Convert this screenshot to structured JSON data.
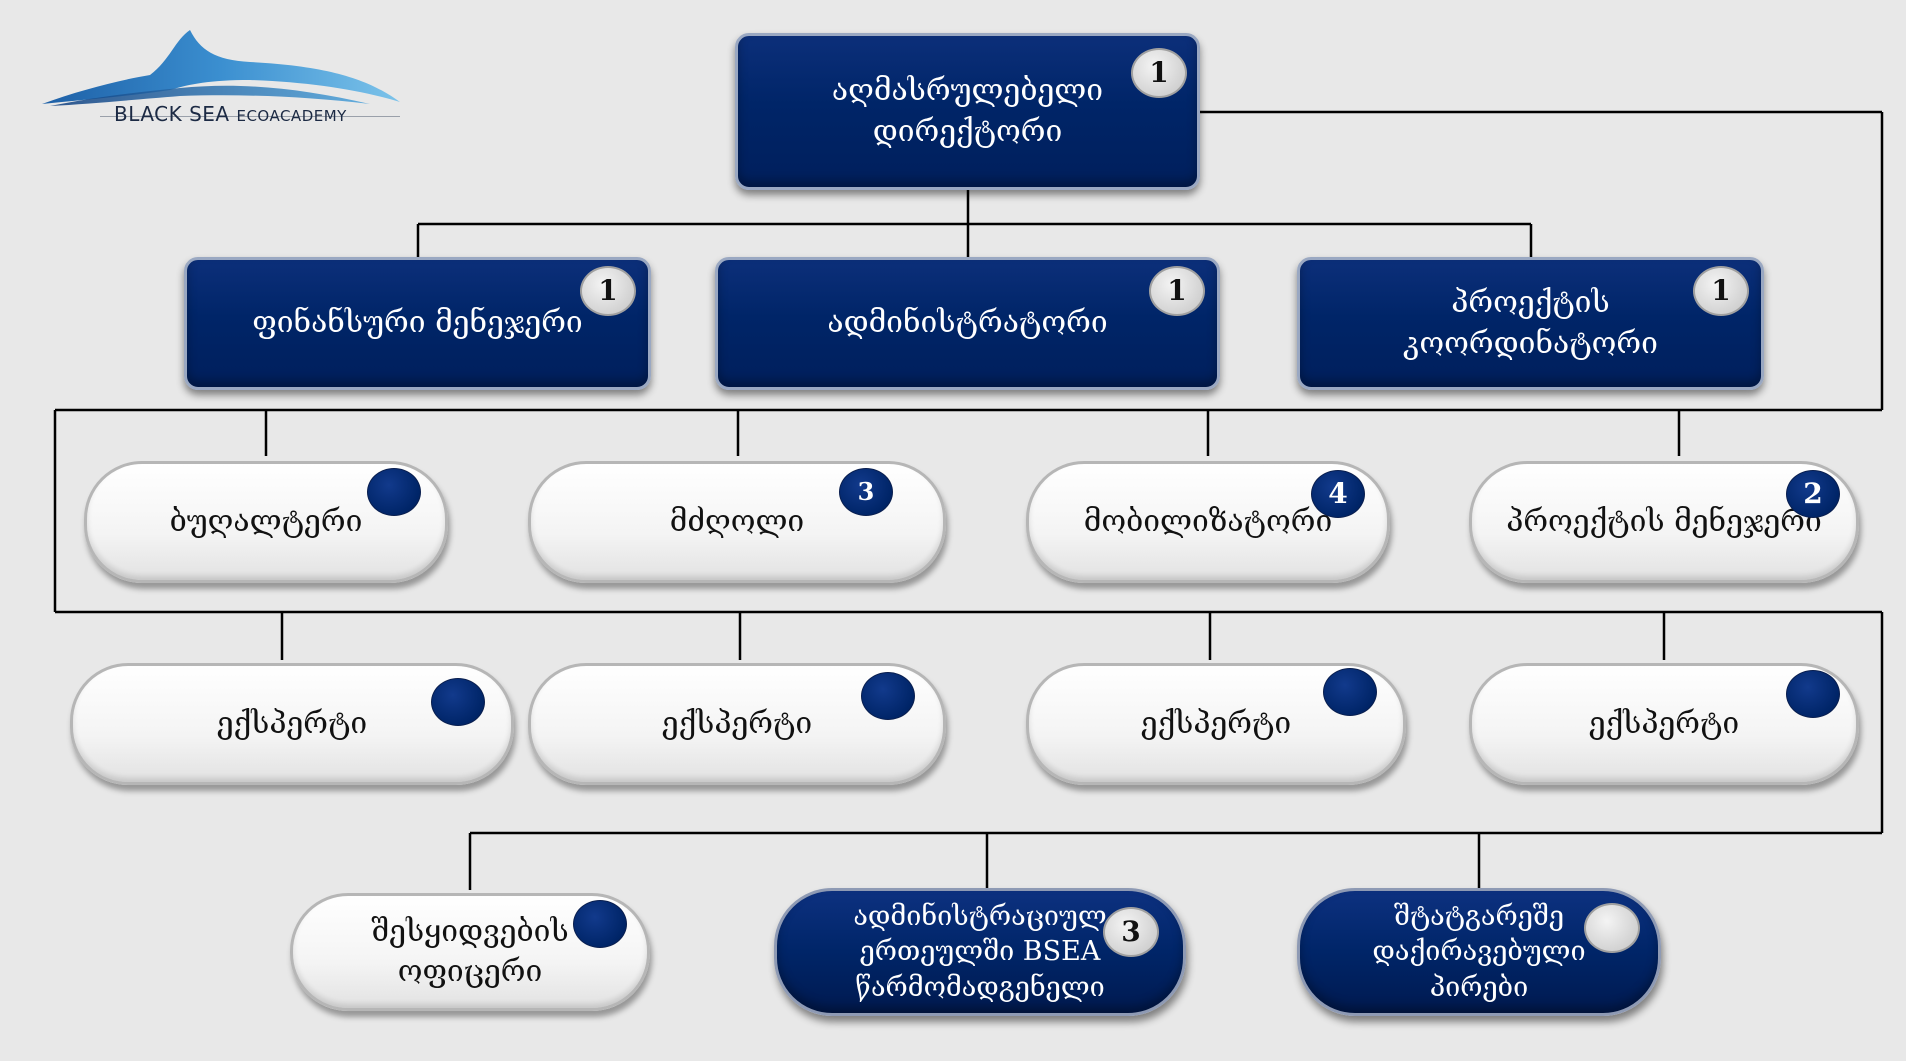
{
  "logo": {
    "name_main": "BLACK SEA",
    "name_small": "ECOACADEMY",
    "colors": {
      "wave_dark": "#1d5fa6",
      "wave_light": "#7cc3ea"
    }
  },
  "colors": {
    "navy": "#002568",
    "pill_white": "#ffffff",
    "background": "#e8e8e8",
    "line": "#000000"
  },
  "nodes": {
    "executive_director": {
      "label": "აღმასრულებელი\nდირექტორი",
      "badge": "1"
    },
    "finance_manager": {
      "label": "ფინანსური მენეჯერი",
      "badge": "1"
    },
    "administrator": {
      "label": "ადმინისტრატორი",
      "badge": "1"
    },
    "project_coordinator": {
      "label": "პროექტის\nკოორდინატორი",
      "badge": "1"
    },
    "accountant": {
      "label": "ბუღალტერი",
      "badge": ""
    },
    "driver": {
      "label": "მძღოლი",
      "badge": "3"
    },
    "mobilizer": {
      "label": "მობილიზატორი",
      "badge": "4"
    },
    "project_manager": {
      "label": "პროექტის მენეჯერი",
      "badge": "2"
    },
    "expert_1": {
      "label": "ექსპერტი",
      "badge": ""
    },
    "expert_2": {
      "label": "ექსპერტი",
      "badge": ""
    },
    "expert_3": {
      "label": "ექსპერტი",
      "badge": ""
    },
    "expert_4": {
      "label": "ექსპერტი",
      "badge": ""
    },
    "procurement_officer": {
      "label": "შესყიდვების\nოფიცერი",
      "badge": ""
    },
    "bsea_representative": {
      "label": "ადმინისტრაციულ\nერთეულში BSEA\nწარმომადგენელი",
      "badge": "3"
    },
    "contract_persons": {
      "label": "შტატგარეშე\nდაქირავებული\nპირები",
      "badge": ""
    }
  }
}
